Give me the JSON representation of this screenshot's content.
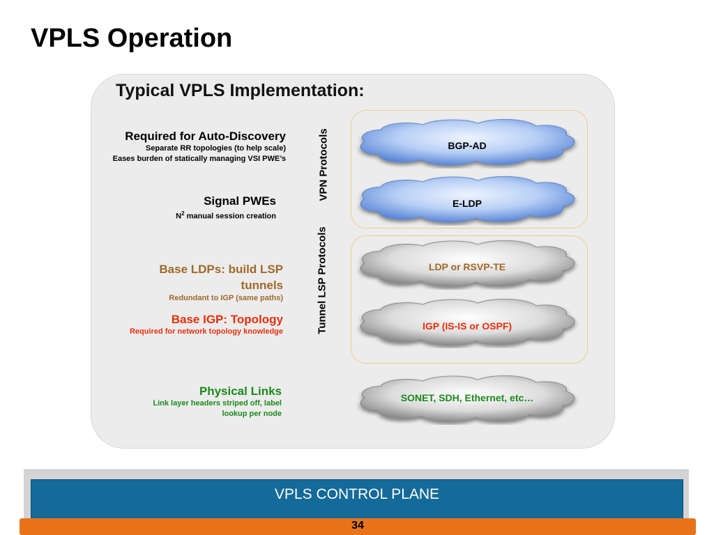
{
  "title": "VPLS Operation",
  "panel_title": "Typical VPLS Implementation:",
  "layers": [
    {
      "heading": "Required for Auto-Discovery",
      "subs": [
        "Separate RR topologies (to help scale)",
        "Eases burden of statically managing VSI PWE’s"
      ],
      "color": "#000000",
      "cloud": "BGP-AD",
      "cloud_color": "#000000"
    },
    {
      "heading": "Signal PWEs",
      "sub_base": "N",
      "sub_sup": "2",
      "sub_rest": " manual session creation",
      "color": "#000000",
      "cloud": "E-LDP",
      "cloud_color": "#000000"
    },
    {
      "heading_line1": "Base LDPs: build LSP",
      "heading_line2": "tunnels",
      "subs": [
        "Redundant to IGP (same paths)"
      ],
      "color": "#a0682a",
      "cloud": "LDP or RSVP-TE",
      "cloud_color": "#a0682a"
    },
    {
      "heading": "Base IGP: Topology",
      "subs": [
        "Required for network topology knowledge"
      ],
      "color": "#e8300c",
      "cloud": "IGP (IS-IS or OSPF)",
      "cloud_color": "#e8300c"
    },
    {
      "heading": "Physical Links",
      "subs": [
        "Link layer headers striped off,  label",
        "lookup per node"
      ],
      "color": "#1b8a1b",
      "cloud": "SONET, SDH, Ethernet, etc…",
      "cloud_color": "#1b8a1b"
    }
  ],
  "vertical_labels": {
    "vpn": "VPN Protocols",
    "tunnel": "Tunnel LSP Protocols"
  },
  "banner": "VPLS CONTROL PLANE",
  "page_number": "34"
}
